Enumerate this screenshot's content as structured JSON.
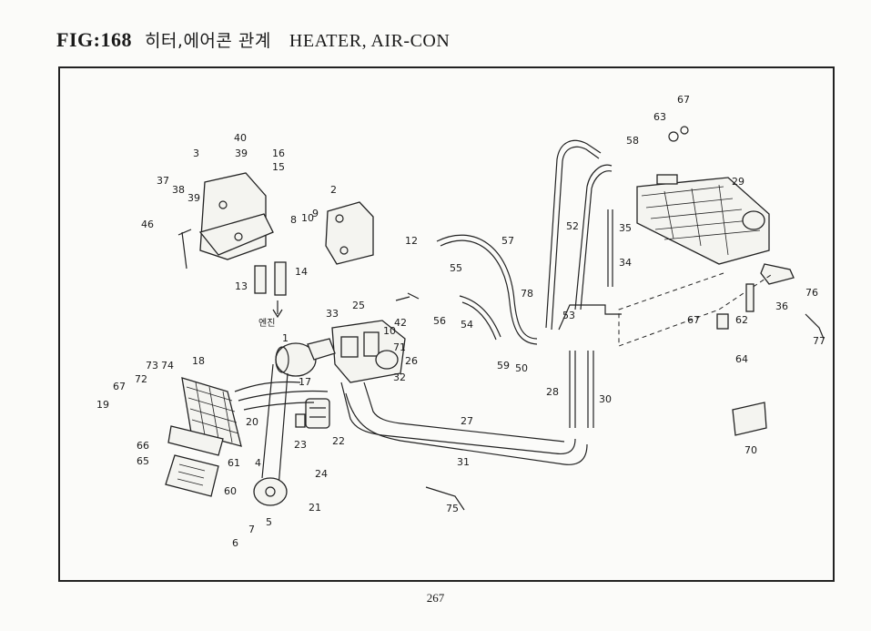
{
  "header": {
    "fig": "FIG:168",
    "title_ko": "히터,에어콘 관계",
    "title_en": "HEATER, AIR-CON"
  },
  "page_number": "267",
  "diagram": {
    "callouts": [
      "67",
      "63",
      "58",
      "29",
      "52",
      "35",
      "34",
      "76",
      "36",
      "77",
      "62",
      "67",
      "64",
      "70",
      "28",
      "30",
      "27",
      "31",
      "75",
      "59",
      "50",
      "78",
      "53",
      "57",
      "55",
      "56",
      "54",
      "33",
      "25",
      "42",
      "71",
      "26",
      "32",
      "10",
      "1",
      "17",
      "18",
      "73",
      "74",
      "72",
      "67",
      "19",
      "20",
      "22",
      "23",
      "24",
      "21",
      "4",
      "5",
      "66",
      "61",
      "65",
      "60",
      "7",
      "6",
      "46",
      "3",
      "40",
      "39",
      "37",
      "38",
      "39",
      "16",
      "15",
      "2",
      "8",
      "10",
      "9",
      "12",
      "13",
      "14"
    ],
    "engine_label": "엔진"
  }
}
